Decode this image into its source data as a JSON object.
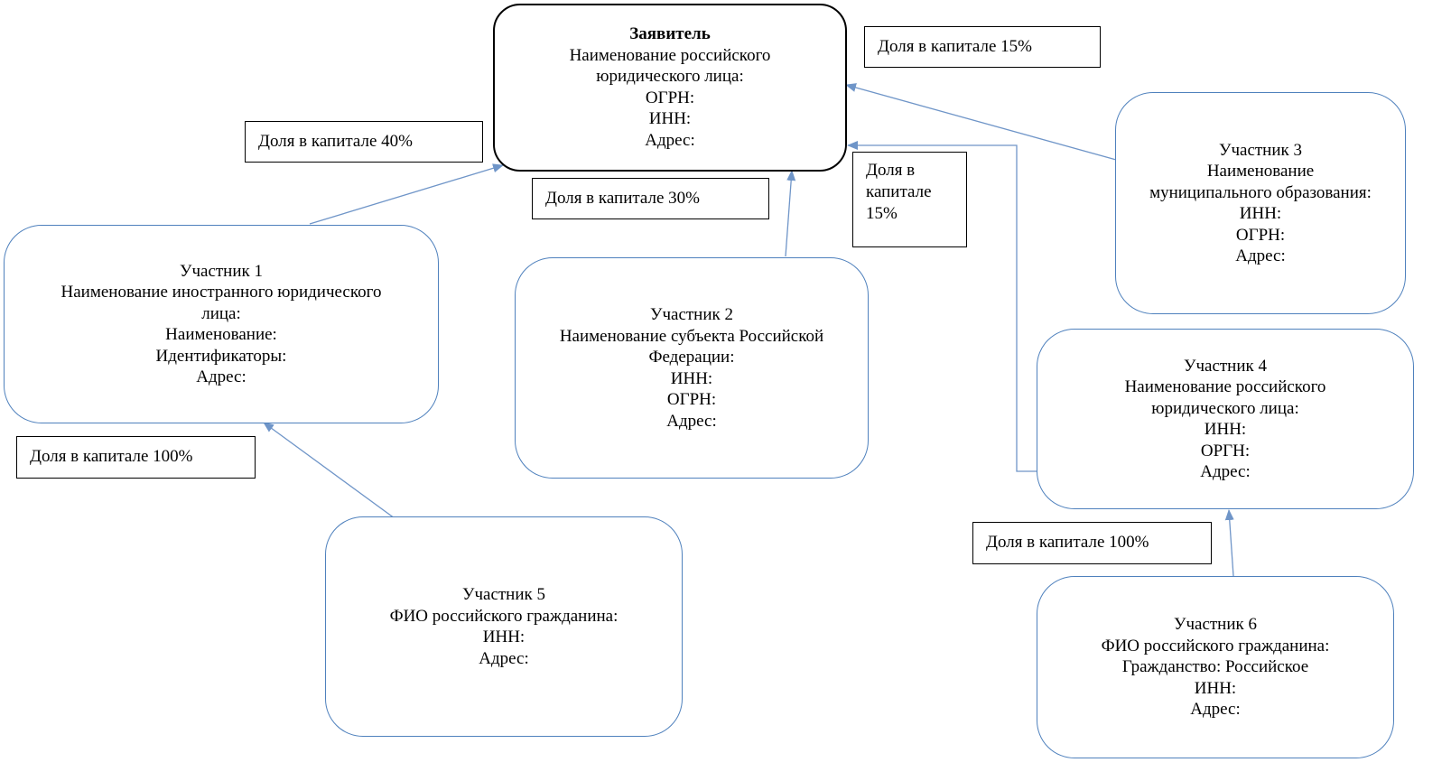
{
  "applicant": {
    "title": "Заявитель",
    "lines": [
      "Наименование российского",
      "юридического лица:",
      "ОГРН:",
      "ИНН:",
      "Адрес:"
    ]
  },
  "participants": [
    {
      "title": "Участник 1",
      "lines": [
        "Наименование иностранного юридического",
        "лица:",
        "Наименование:",
        "Идентификаторы:",
        "Адрес:"
      ]
    },
    {
      "title": "Участник 2",
      "lines": [
        "Наименование субъекта Российской",
        "Федерации:",
        "ИНН:",
        "ОГРН:",
        "Адрес:"
      ]
    },
    {
      "title": "Участник 3",
      "lines": [
        "Наименование",
        "муниципального образования:",
        "ИНН:",
        "ОГРН:",
        "Адрес:"
      ]
    },
    {
      "title": "Участник 4",
      "lines": [
        "Наименование российского",
        "юридического лица:",
        "ИНН:",
        "ОРГН:",
        "Адрес:"
      ]
    },
    {
      "title": "Участник 5",
      "lines": [
        "ФИО российского гражданина:",
        "ИНН:",
        "Адрес:"
      ]
    },
    {
      "title": "Участник 6",
      "lines": [
        "ФИО российского гражданина:",
        "Гражданство: Российское",
        "ИНН:",
        "Адрес:"
      ]
    }
  ],
  "shares": {
    "p1_to_applicant": "Доля в капитале 40%",
    "p2_to_applicant": "Доля в капитале 30%",
    "p3_to_applicant": "Доля в капитале 15%",
    "p4_to_applicant": [
      "Доля в",
      "капитале",
      "15%"
    ],
    "p5_to_p1": "Доля в капитале 100%",
    "p6_to_p4": "Доля в капитале 100%"
  },
  "colors": {
    "arrow": "#6f95c8",
    "participant_border": "#4f81bd",
    "applicant_border": "#000000"
  }
}
